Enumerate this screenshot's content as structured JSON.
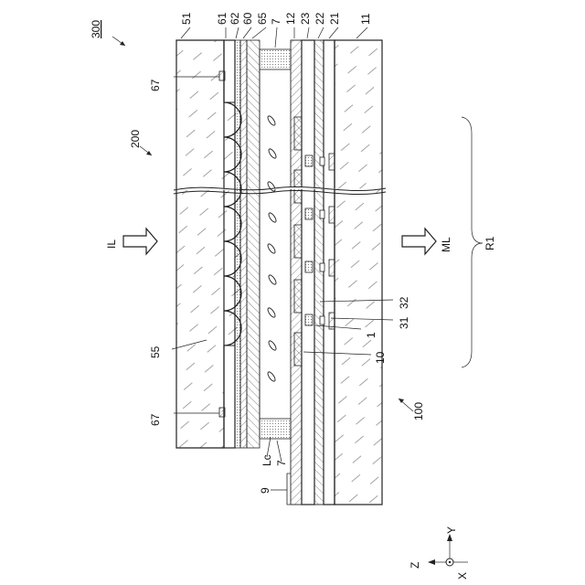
{
  "labels": {
    "ref_300": "300",
    "ref_200": "200",
    "ref_100": "100",
    "ref_51": "51",
    "ref_61": "61",
    "ref_62": "62",
    "ref_60": "60",
    "ref_65": "65",
    "ref_7_top": "7",
    "ref_12": "12",
    "ref_23": "23",
    "ref_22": "22",
    "ref_21": "21",
    "ref_11": "11",
    "ref_67_top": "67",
    "ref_67_bottom": "67",
    "ref_55": "55",
    "ref_IL": "IL",
    "ref_ML": "ML",
    "ref_R1": "R1",
    "ref_32": "32",
    "ref_31": "31",
    "ref_1": "1",
    "ref_10": "10",
    "ref_Lc": "Lc",
    "ref_7_bottom": "7",
    "ref_9": "9",
    "axis_Z": "Z",
    "axis_Y": "Y",
    "axis_X": "X"
  }
}
